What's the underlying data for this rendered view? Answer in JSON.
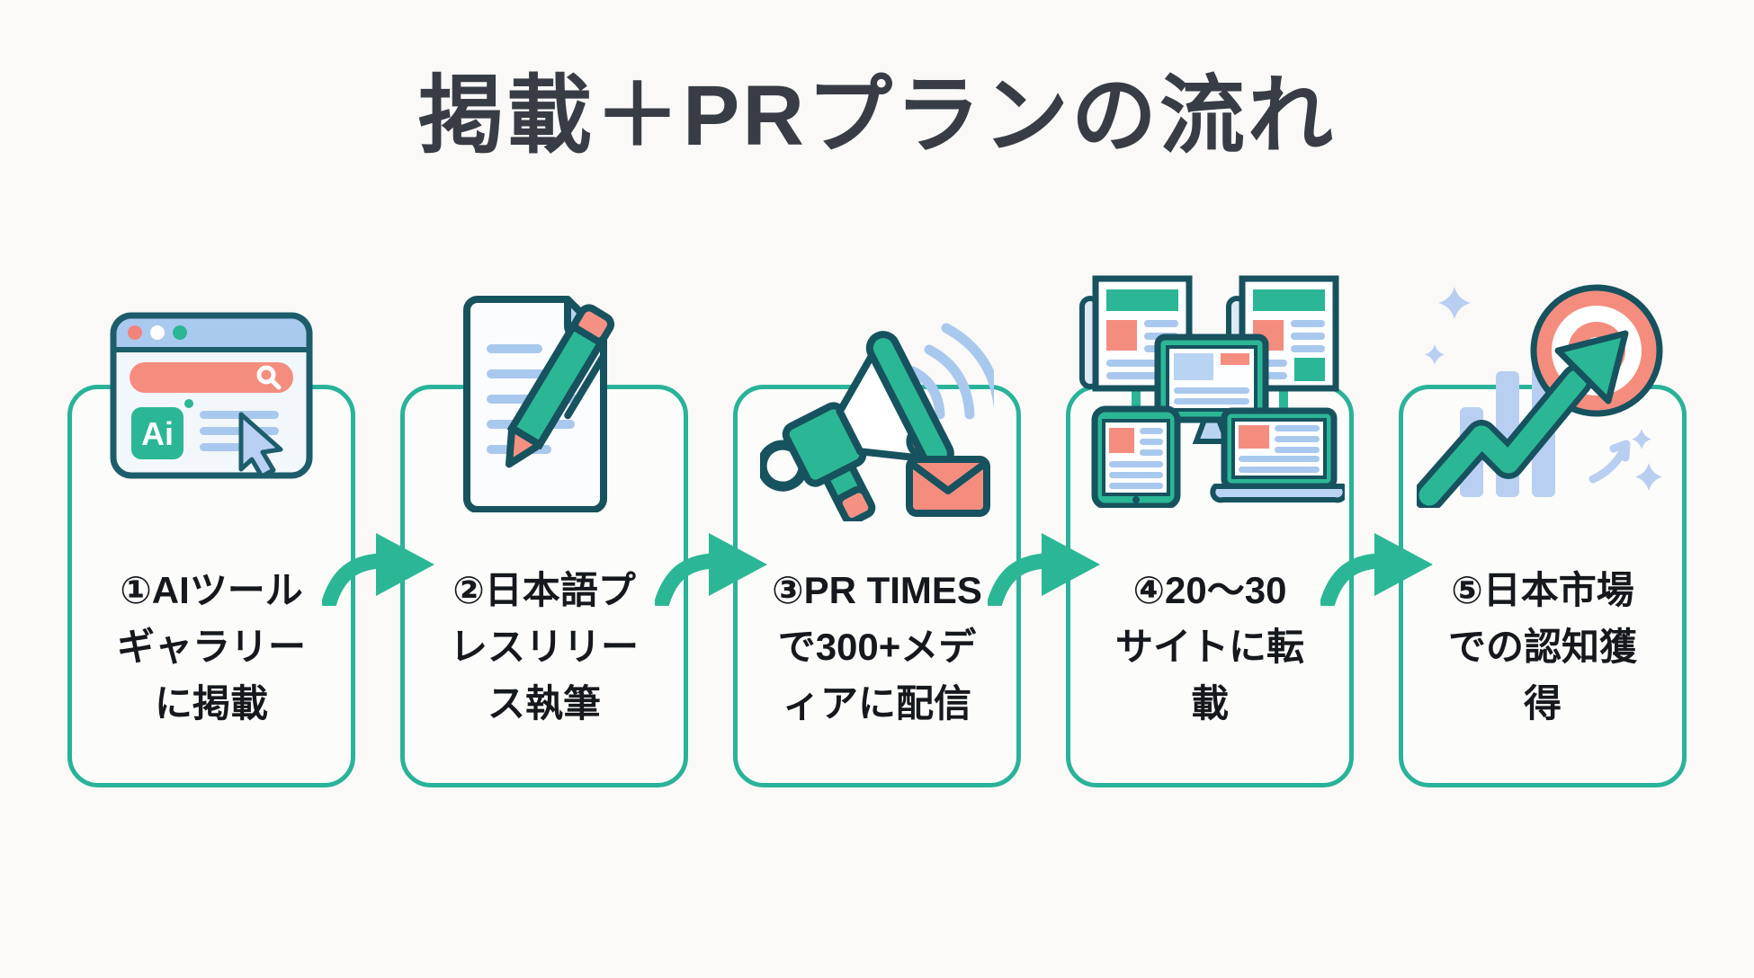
{
  "title": "掲載＋PRプランの流れ",
  "colors": {
    "background": "#faf9f7",
    "title_text": "#383d45",
    "card_border_teal": "#29b399",
    "icon_teal": "#2bb795",
    "icon_dark_outline": "#17525f",
    "salmon": "#f58d7f",
    "light_blue": "#a9c8ee",
    "pale_blue": "#b9cff2",
    "body_text": "#15181c"
  },
  "steps": [
    {
      "icon": "ai-gallery-browser-icon",
      "icon_badge_text": "Ai",
      "lines": [
        "①AIツール",
        "ギャラリー",
        "に掲載"
      ]
    },
    {
      "icon": "press-release-document-icon",
      "lines": [
        "②日本語プ",
        "レスリリー",
        "ス執筆"
      ]
    },
    {
      "icon": "megaphone-broadcast-icon",
      "lines": [
        "③PR TIMES",
        "で300+メデ",
        "ィアに配信"
      ]
    },
    {
      "icon": "media-network-devices-icon",
      "lines": [
        "④20〜30",
        "サイトに転",
        "載"
      ]
    },
    {
      "icon": "growth-target-icon",
      "lines": [
        "⑤日本市場",
        "での認知獲",
        "得"
      ]
    }
  ]
}
